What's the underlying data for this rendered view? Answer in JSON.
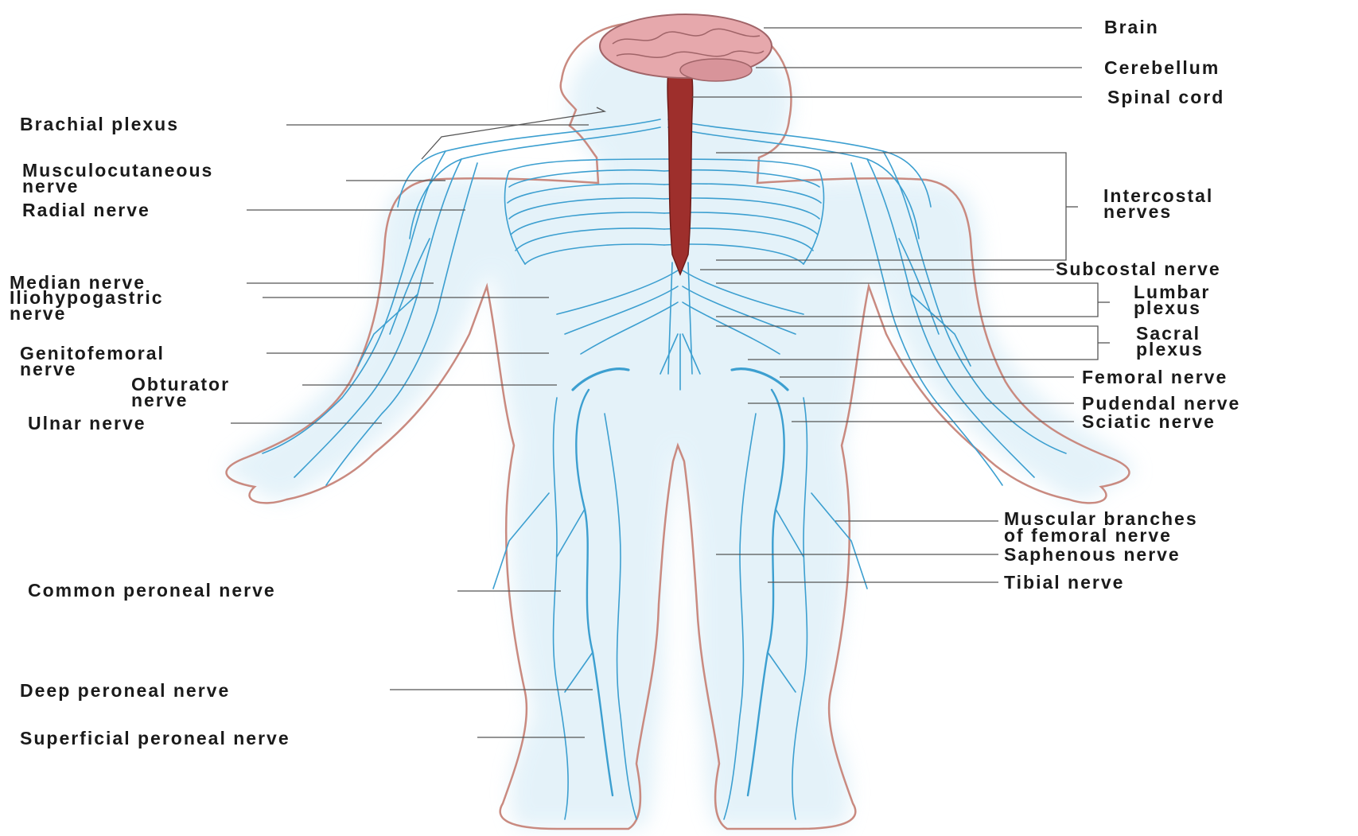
{
  "colors": {
    "nerve": "#3c9fd0",
    "nerve_glow": "#cfe8f5",
    "outline": "#c98a80",
    "spinal_cord": "#9e2f2c",
    "brain": "#e6a8ac",
    "leader": "#555555"
  },
  "labels": {
    "brain": "Brain",
    "cerebellum": "Cerebellum",
    "spinal_cord": "Spinal cord",
    "brachial_plexus": "Brachial plexus",
    "musculocutaneous_1": "Musculocutaneous",
    "musculocutaneous_2": "nerve",
    "radial": "Radial nerve",
    "intercostal_1": "Intercostal",
    "intercostal_2": "nerves",
    "subcostal": "Subcostal nerve",
    "median": "Median nerve",
    "iliohypogastric_1": "Iliohypogastric",
    "iliohypogastric_2": "nerve",
    "lumbar_1": "Lumbar",
    "lumbar_2": "plexus",
    "sacral_1": "Sacral",
    "sacral_2": "plexus",
    "genitofemoral_1": "Genitofemoral",
    "genitofemoral_2": "nerve",
    "obturator_1": "Obturator",
    "obturator_2": "nerve",
    "femoral": "Femoral nerve",
    "pudendal": "Pudendal nerve",
    "ulnar": "Ulnar nerve",
    "sciatic": "Sciatic nerve",
    "muscular_1": "Muscular branches",
    "muscular_2": "of femoral nerve",
    "saphenous": "Saphenous nerve",
    "tibial": "Tibial nerve",
    "common_peroneal": "Common peroneal nerve",
    "deep_peroneal": "Deep peroneal nerve",
    "superficial_peroneal": "Superficial peroneal nerve"
  }
}
